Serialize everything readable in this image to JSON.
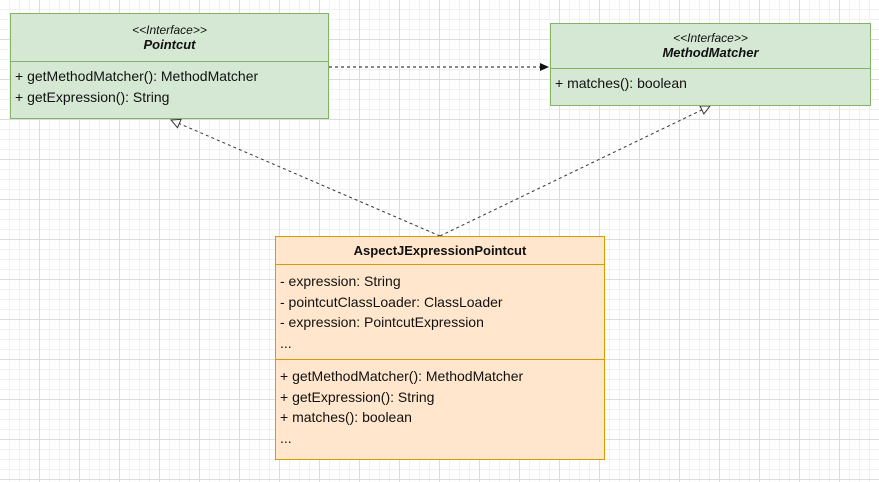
{
  "colors": {
    "interface_fill": "#d5e8d4",
    "interface_border": "#82b366",
    "class_fill": "#ffe6cc",
    "class_border": "#d79b00",
    "line": "#333333"
  },
  "pointcut": {
    "stereotype": "<<Interface>>",
    "name": "Pointcut",
    "methods": [
      "+ getMethodMatcher(): MethodMatcher",
      "+ getExpression(): String"
    ]
  },
  "method_matcher": {
    "stereotype": "<<Interface>>",
    "name": "MethodMatcher",
    "methods": [
      "+ matches(): boolean"
    ]
  },
  "aspectj": {
    "name": "AspectJExpressionPointcut",
    "fields": [
      "- expression: String",
      "- pointcutClassLoader: ClassLoader",
      "- expression: PointcutExpression",
      "..."
    ],
    "methods": [
      "+ getMethodMatcher(): MethodMatcher",
      "+ getExpression(): String",
      "+ matches(): boolean",
      "..."
    ]
  }
}
